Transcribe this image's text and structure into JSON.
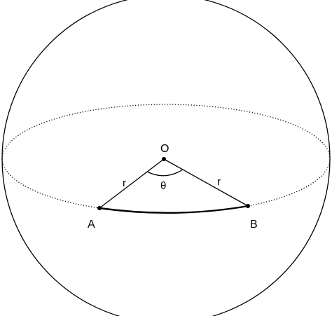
{
  "labels": {
    "center": "O",
    "point_a": "A",
    "point_b": "B",
    "radius_left": "r",
    "radius_right": "r",
    "angle": "θ"
  },
  "colors": {
    "stroke": "#000000",
    "background": "#ffffff"
  }
}
